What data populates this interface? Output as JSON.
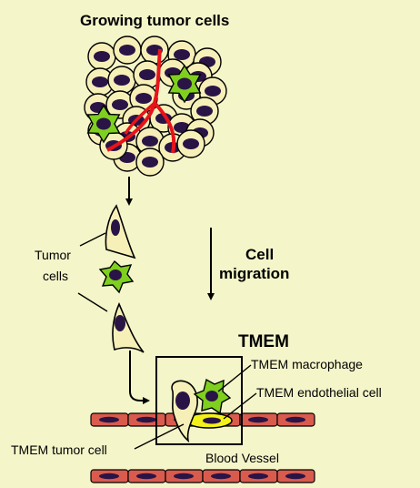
{
  "diagram": {
    "title": "Growing tumor cells",
    "tumor_cells_label": [
      "Tumor",
      "cells"
    ],
    "cell_migration_label": [
      "Cell",
      "migration"
    ],
    "tmem_title": "TMEM",
    "tmem_macrophage_label": "TMEM macrophage",
    "tmem_endothelial_label": "TMEM endothelial cell",
    "tmem_tumor_cell_label": "TMEM tumor cell",
    "blood_vessel_label": "Blood Vessel"
  },
  "colors": {
    "background": "#f4f5c9",
    "tumor_cell": "#f6f0b8",
    "nucleus": "#2a1446",
    "macrophage": "#7fcf1f",
    "blood_vessel_red": "#d95b4e",
    "endothelial_cell": "#f2f21a",
    "tumor_vessel": "#e8131a"
  },
  "icons": {
    "arrow": "down-arrow",
    "cell": "tumor-cell-circle",
    "macrophage": "macrophage-star"
  }
}
